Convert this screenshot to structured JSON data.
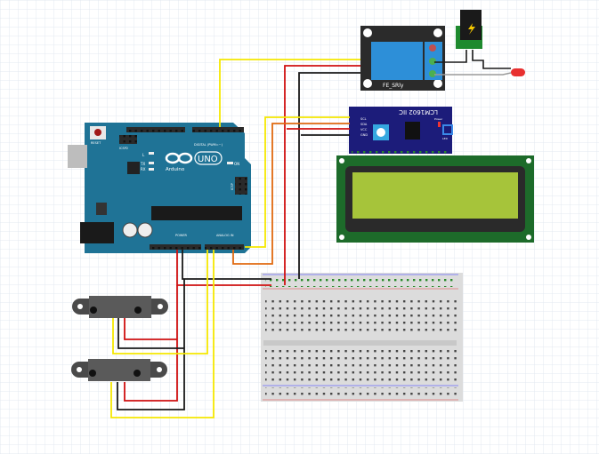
{
  "colors": {
    "arduino_board": "#1f7396",
    "relay_board": "#2b2b2b",
    "relay_blue": "#2d8fd8",
    "i2c_board": "#1c1c7a",
    "lcd_bezel": "#1d6b2a",
    "lcd_screen": "#a6c43a",
    "breadboard": "#dcdcdc",
    "wire_yellow": "#f5e800",
    "wire_red": "#d01010",
    "wire_black": "#1a1a1a",
    "wire_orange": "#e06a10",
    "wire_gray": "#9a9a9a",
    "led_red": "#e83030",
    "grid": "#dfe6ee"
  },
  "arduino": {
    "reset": "RESET",
    "icsp2": "ICSP2",
    "icsp": "ICSP",
    "digital": "DIGITAL (PWM=~)",
    "logo": "Arduino",
    "model": "UNO",
    "led_l": "L",
    "led_tx": "TX",
    "led_rx": "RX",
    "led_on": "ON",
    "power": "POWER",
    "analog": "ANALOG IN"
  },
  "relay": {
    "label": "FE_SRly"
  },
  "i2c": {
    "title": "LCM1602 IIC",
    "pins": [
      "SCL",
      "SDA",
      "VCC",
      "GND"
    ],
    "led": "LED",
    "power": "Power"
  },
  "icons": [
    "power-jack-icon",
    "lightning-icon",
    "led-icon",
    "ir-sensor-icon"
  ]
}
